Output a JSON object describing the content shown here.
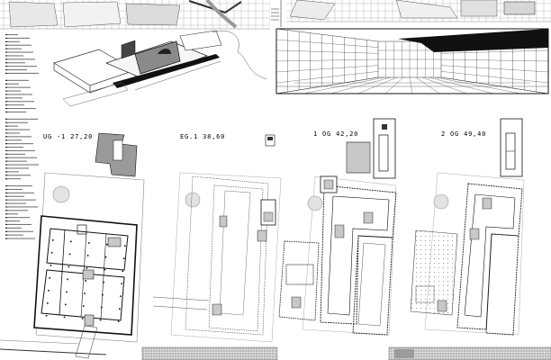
{
  "sheet": {
    "plans": [
      {
        "key": "ug",
        "label": "UG -1 27,20"
      },
      {
        "key": "eg",
        "label": "EG.1 38,60"
      },
      {
        "key": "og1",
        "label": "1 OG 42,20"
      },
      {
        "key": "og2",
        "label": "2 OG 49,40"
      }
    ]
  }
}
